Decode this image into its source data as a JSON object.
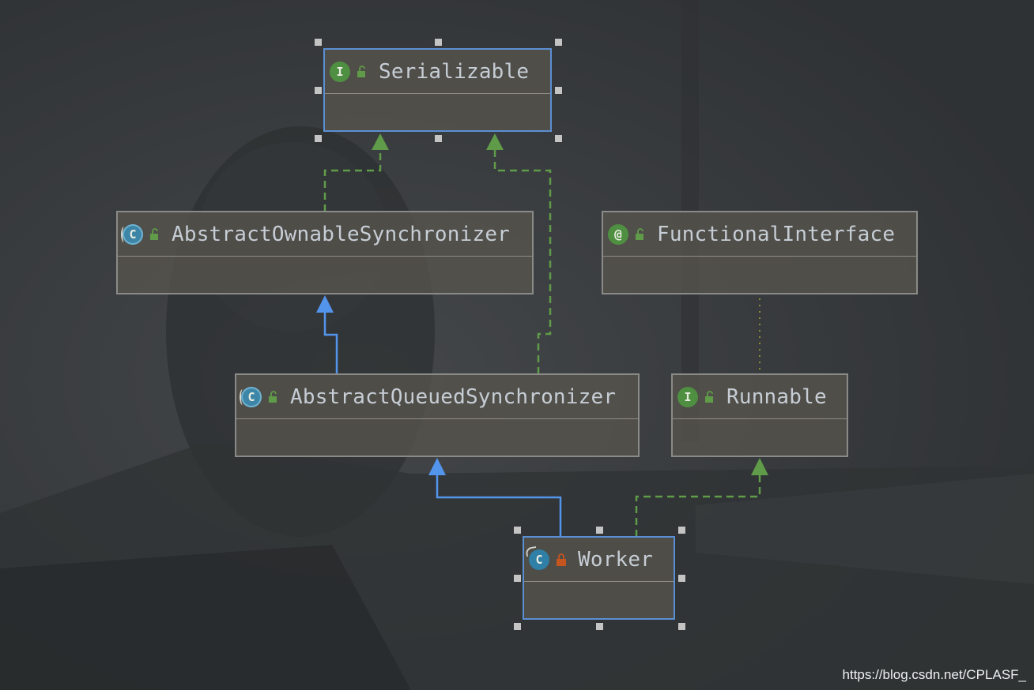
{
  "diagram": {
    "nodes": [
      {
        "id": "serializable",
        "name": "Serializable",
        "kind": "interface",
        "kind_symbol": "I",
        "visibility": "public",
        "selected": true
      },
      {
        "id": "aos",
        "name": "AbstractOwnableSynchronizer",
        "kind": "abstract-class",
        "kind_symbol": "C",
        "visibility": "public",
        "selected": false
      },
      {
        "id": "functional",
        "name": "FunctionalInterface",
        "kind": "annotation",
        "kind_symbol": "@",
        "visibility": "public",
        "selected": false
      },
      {
        "id": "aqs",
        "name": "AbstractQueuedSynchronizer",
        "kind": "abstract-class",
        "kind_symbol": "C",
        "visibility": "public",
        "selected": false
      },
      {
        "id": "runnable",
        "name": "Runnable",
        "kind": "interface",
        "kind_symbol": "I",
        "visibility": "public",
        "selected": false
      },
      {
        "id": "worker",
        "name": "Worker",
        "kind": "class",
        "kind_symbol": "C",
        "visibility": "private",
        "selected": true
      }
    ],
    "edges": [
      {
        "from": "aos",
        "to": "serializable",
        "type": "implements"
      },
      {
        "from": "aqs",
        "to": "serializable",
        "type": "implements"
      },
      {
        "from": "aqs",
        "to": "aos",
        "type": "extends"
      },
      {
        "from": "runnable",
        "to": "functional",
        "type": "annotated-by"
      },
      {
        "from": "worker",
        "to": "aqs",
        "type": "extends"
      },
      {
        "from": "worker",
        "to": "runnable",
        "type": "implements"
      }
    ],
    "colors": {
      "extends": "#5394ec",
      "implements": "#5f9b48",
      "annotated-by": "#8a8a3a",
      "selection": "#5b8fd3",
      "interface_badge": "#4f8f41",
      "class_badge": "#2f7fa6",
      "public_lock": "#5f9b48",
      "private_lock": "#c5551f"
    }
  },
  "watermark": "https://blog.csdn.net/CPLASF_"
}
